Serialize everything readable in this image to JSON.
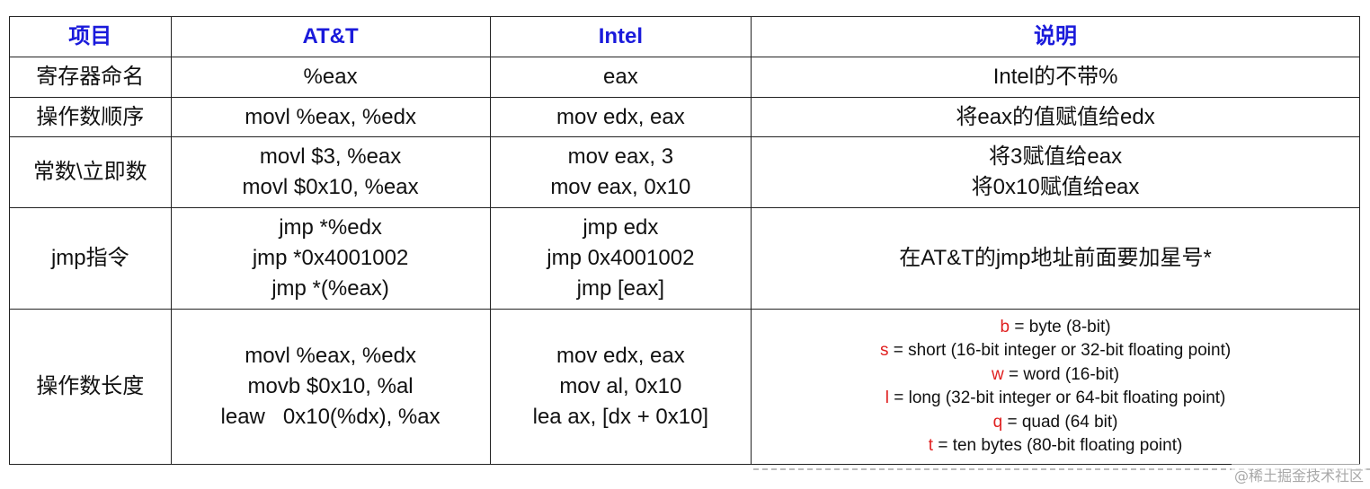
{
  "headers": [
    "项目",
    "AT&T",
    "Intel",
    "说明"
  ],
  "rows": [
    {
      "item": "寄存器命名",
      "att": [
        "%eax"
      ],
      "intel": [
        "eax"
      ],
      "desc": [
        "Intel的不带%"
      ]
    },
    {
      "item": "操作数顺序",
      "att": [
        "movl %eax, %edx"
      ],
      "intel": [
        "mov edx, eax"
      ],
      "desc": [
        "将eax的值赋值给edx"
      ]
    },
    {
      "item": "常数\\立即数",
      "att": [
        "movl $3, %eax",
        "movl $0x10, %eax"
      ],
      "intel": [
        "mov eax, 3",
        "mov eax, 0x10"
      ],
      "desc": [
        "将3赋值给eax",
        "将0x10赋值给eax"
      ]
    },
    {
      "item": "jmp指令",
      "att": [
        "jmp *%edx",
        "jmp *0x4001002",
        "jmp *(%eax)"
      ],
      "intel": [
        "jmp edx",
        "jmp 0x4001002",
        "jmp [eax]"
      ],
      "desc": [
        "在AT&T的jmp地址前面要加星号*"
      ]
    },
    {
      "item": "操作数长度",
      "att": [
        "movl %eax, %edx",
        "movb $0x10, %al",
        "leaw   0x10(%dx), %ax"
      ],
      "intel": [
        "mov edx, eax",
        "mov al, 0x10",
        "lea ax, [dx + 0x10]"
      ],
      "sizes": [
        {
          "code": "b",
          "text": " = byte (8-bit)"
        },
        {
          "code": "s",
          "text": " = short (16-bit integer or 32-bit floating point)"
        },
        {
          "code": "w",
          "text": " = word (16-bit)"
        },
        {
          "code": "l",
          "text": " = long (32-bit integer or 64-bit floating point)"
        },
        {
          "code": "q",
          "text": " = quad (64 bit)"
        },
        {
          "code": "t",
          "text": " = ten bytes (80-bit floating point)"
        }
      ]
    }
  ],
  "watermark": "@稀土掘金技术社区",
  "colors": {
    "header_text": "#1a1adb",
    "size_code": "#e02020",
    "border": "#222222"
  }
}
